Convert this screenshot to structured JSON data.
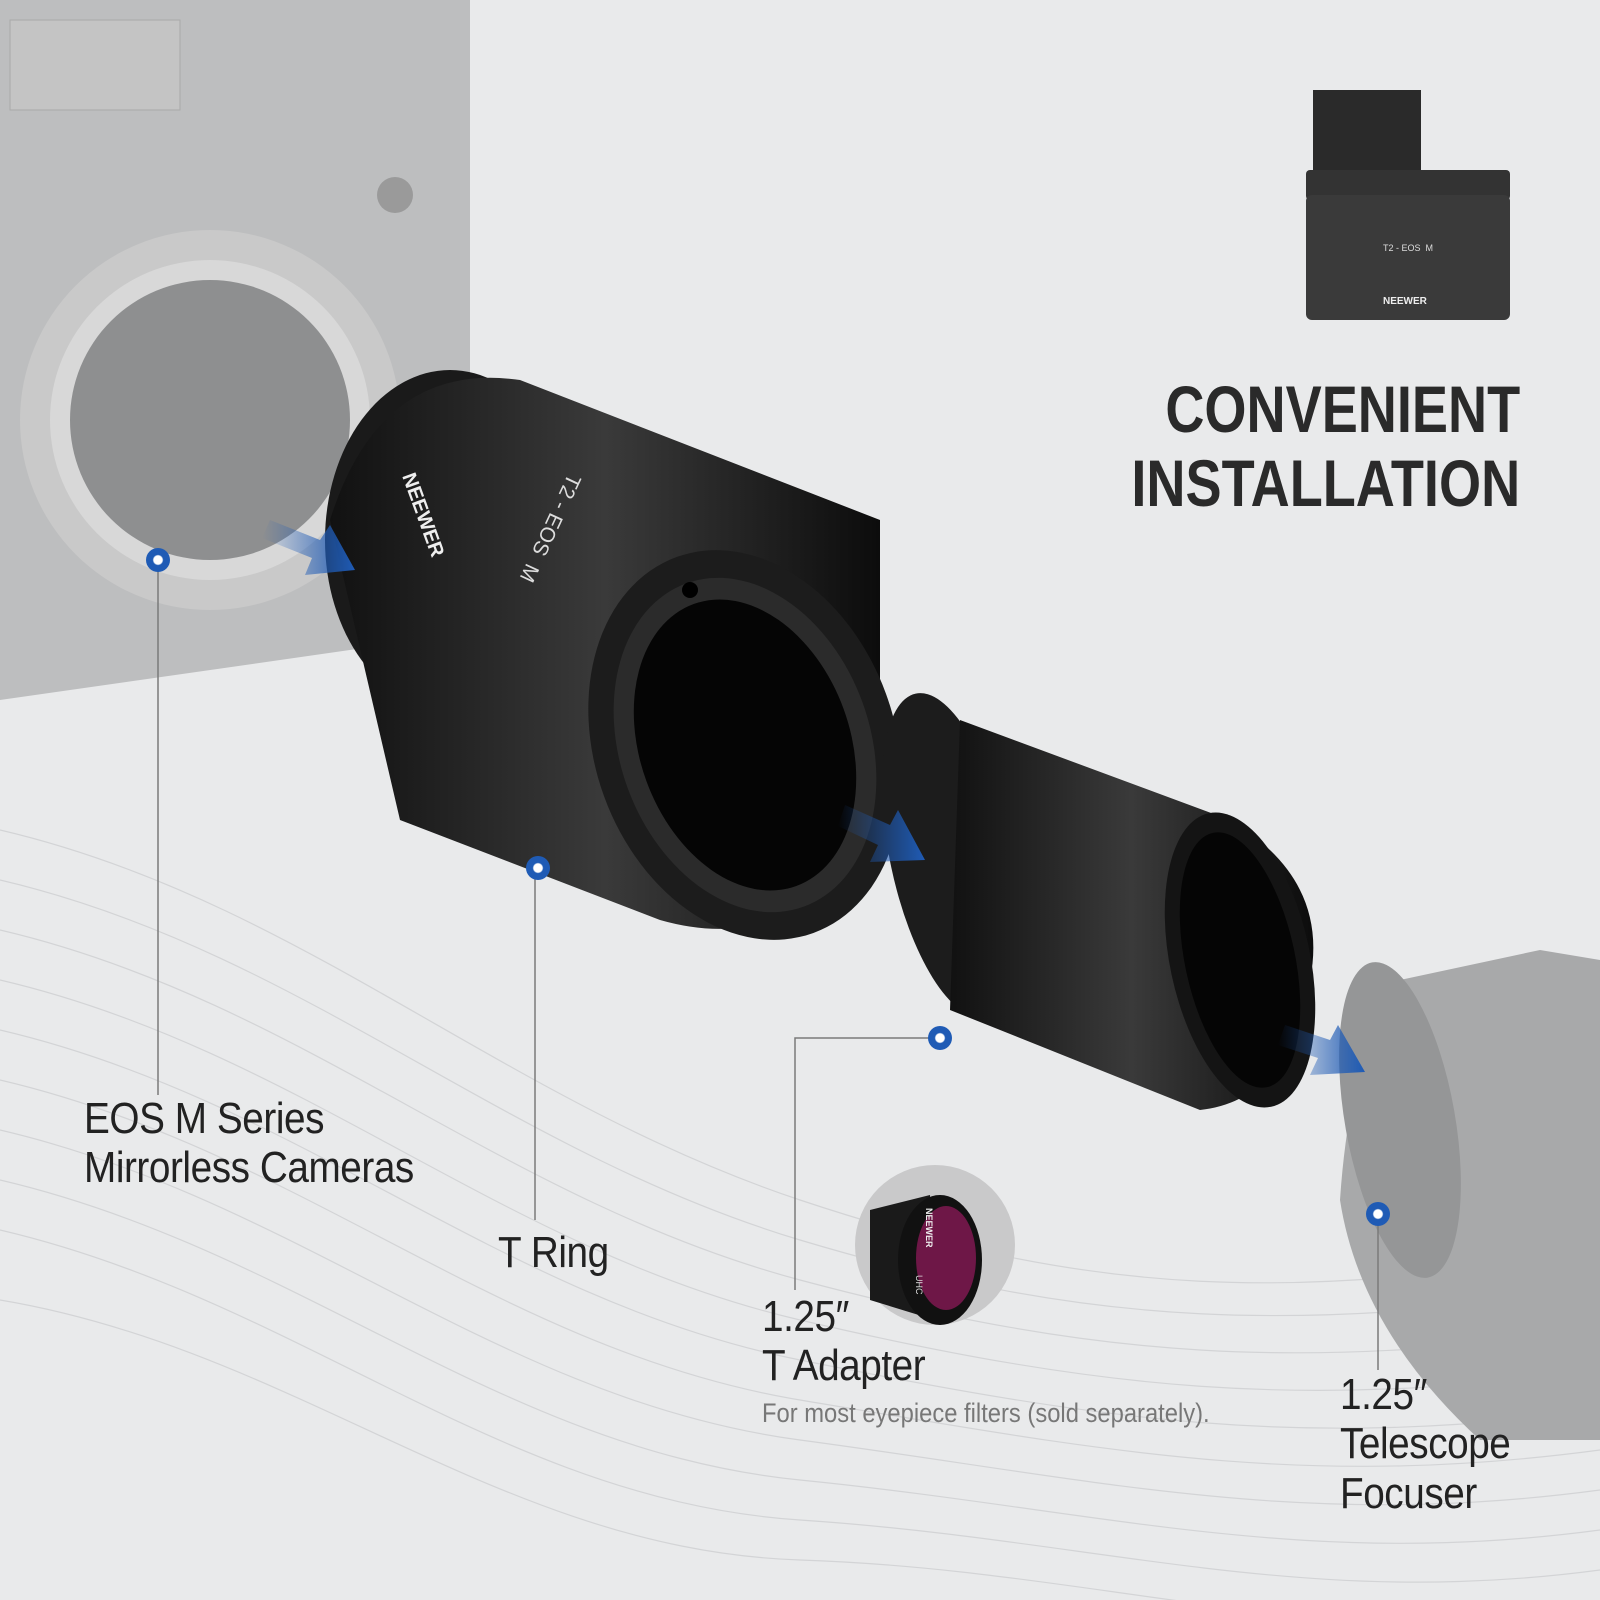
{
  "headline": {
    "line1": "CONVENIENT",
    "line2": "INSTALLATION"
  },
  "inset_product": {
    "model_text": "T2 - EOS  M",
    "brand_text": "NEEWER"
  },
  "t_ring": {
    "brand_text": "NEEWER",
    "model_text": "T2 - EOS  M"
  },
  "filter": {
    "brand_text": "NEEWER",
    "type_text": "UHC"
  },
  "labels": {
    "camera": {
      "line1": "EOS M Series",
      "line2": "Mirrorless Cameras"
    },
    "t_ring": "T Ring",
    "t_adapter": {
      "line1": "1.25″",
      "line2": "T Adapter",
      "note": "For most eyepiece filters (sold separately)."
    },
    "focuser": {
      "line1": "1.25″",
      "line2": "Telescope",
      "line3": "Focuser"
    }
  },
  "colors": {
    "accent": "#1f5bb5",
    "background": "#e9eaeb",
    "text": "#222222"
  }
}
